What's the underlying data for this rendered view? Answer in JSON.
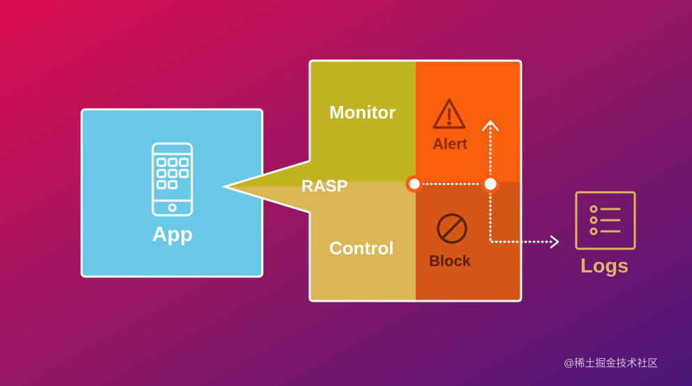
{
  "diagram": {
    "app": {
      "label": "App",
      "icon": "smartphone-icon",
      "color": "#69c8e6"
    },
    "rasp": {
      "label": "RASP",
      "monitor": {
        "label": "Monitor",
        "color": "#c2b41e"
      },
      "control": {
        "label": "Control",
        "color": "#dcb555"
      }
    },
    "alert": {
      "label": "Alert",
      "icon": "warning-icon",
      "color": "#fb5e0d"
    },
    "block": {
      "label": "Block",
      "icon": "block-icon",
      "color": "#d45616"
    },
    "logs": {
      "label": "Logs",
      "icon": "list-icon",
      "color": "#dcb464"
    }
  },
  "watermark": "@稀土掘金技术社区"
}
